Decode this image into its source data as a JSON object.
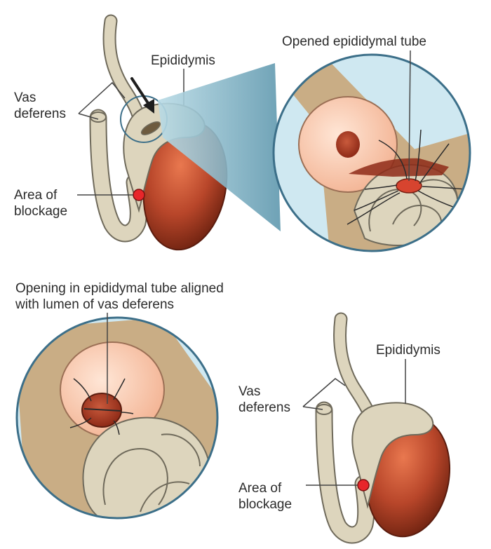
{
  "labels": {
    "vas_deferens_1": [
      "Vas",
      "deferens"
    ],
    "epididymis_1": "Epididymis",
    "opened_tube": "Opened epididymal tube",
    "blockage_1": [
      "Area of",
      "blockage"
    ],
    "opening_aligned": [
      "Opening in epididymal tube aligned",
      "with lumen of vas deferens"
    ],
    "vas_deferens_2": [
      "Vas",
      "deferens"
    ],
    "epididymis_2": "Epididymis",
    "blockage_2": [
      "Area of",
      "blockage"
    ]
  },
  "colors": {
    "testis": "#b8462a",
    "tube_tan": "#ddd5bd",
    "tube_outline": "#6f6a5b",
    "tissue_tan": "#c9ad85",
    "sky": "#cfe8f1",
    "peach": "#f6c3a6",
    "blockage": "#e8262a",
    "circle_border": "#3c6f89"
  }
}
